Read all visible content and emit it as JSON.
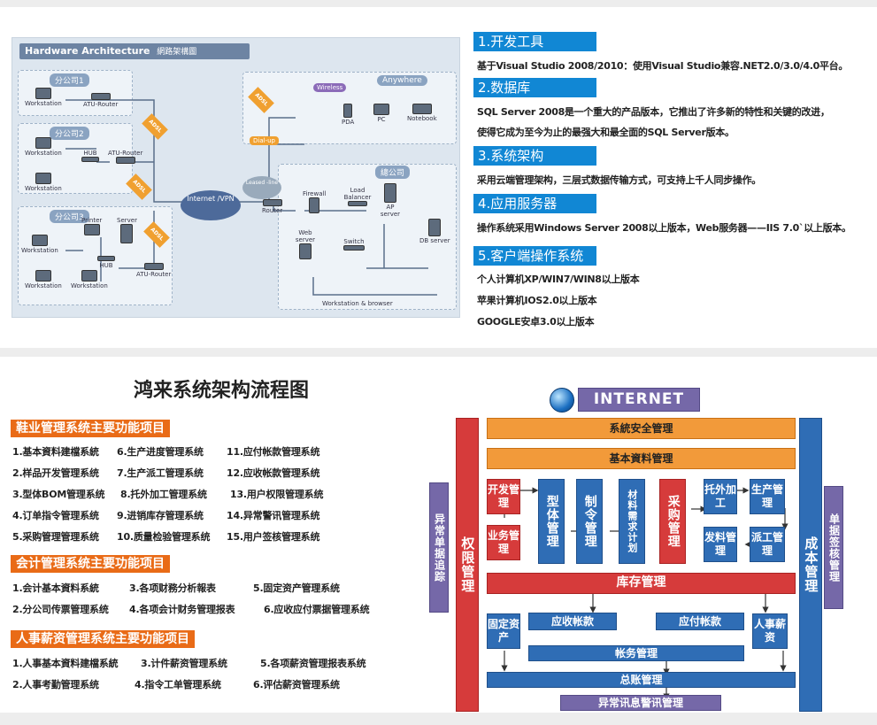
{
  "hardware": {
    "title": "Hardware Architecture",
    "title_cn": "網路架構圖",
    "zones": [
      "分公司1",
      "分公司2",
      "分公司3",
      "Anywhere",
      "總公司"
    ],
    "devices": [
      "Workstation",
      "ATU-Router",
      "Workstation",
      "HUB",
      "ATU-Router",
      "Workstation",
      "Printer",
      "Server",
      "Workstation",
      "HUB",
      "Workstation",
      "Workstation",
      "ATU-Router",
      "Wireless",
      "PDA",
      "PC",
      "Notebook",
      "Dial-up",
      "Router",
      "Firewall",
      "Load Balancer",
      "AP server",
      "DB server",
      "Web server",
      "Switch",
      "Workstation & browser"
    ],
    "adsl": "ADSL",
    "cloud": "Internet /VPN",
    "leased": "Leased -line"
  },
  "tech": [
    {
      "title": "1.开发工具",
      "lines": [
        "基于Visual Studio 2008/2010：使用Visual Studio兼容.NET2.0/3.0/4.0平台。"
      ]
    },
    {
      "title": "2.数据库",
      "lines": [
        "SQL Server 2008是一个重大的产品版本，它推出了许多新的特性和关键的改进，",
        "使得它成为至今为止的最强大和最全面的SQL Server版本。"
      ]
    },
    {
      "title": "3.系统架构",
      "lines": [
        "采用云端管理架构，三层式数据传输方式，可支持上千人同步操作。"
      ]
    },
    {
      "title": "4.应用服务器",
      "lines": [
        "操作系统采用Windows Server 2008以上版本，Web服务器——IIS 7.0`以上版本。"
      ]
    },
    {
      "title": "5.客户端操作系统",
      "lines": [
        "个人计算机XP/WIN7/WIN8以上版本",
        "苹果计算机IOS2.0以上版本",
        "GOOGLE安卓3.0以上版本"
      ]
    }
  ],
  "flow_title": "鸿来系统架构流程图",
  "modules": [
    {
      "title": "鞋业管理系统主要功能项目",
      "rows": [
        [
          "1.基本資料建檔系統",
          "6.生产进度管理系统",
          "11.应付帐款管理系统"
        ],
        [
          "2.样品开发管理系统",
          "7.生产派工管理系统",
          "12.应收帐款管理系统"
        ],
        [
          "3.型体BOM管理系统",
          "8.托外加工管理系统",
          "13.用户权限管理系统"
        ],
        [
          "4.订单指令管理系统",
          "9.进销库存管理系统",
          "14.异常警讯管理系统"
        ],
        [
          "5.采购管理管理系统",
          "10.质量检验管理系统",
          "15.用户签核管理系统"
        ]
      ]
    },
    {
      "title": "会计管理系统主要功能项目",
      "rows": [
        [
          "1.会计基本資料系統",
          "3.各项财務分析報表",
          "5.固定资产管理系统"
        ],
        [
          "2.分公司传票管理系统",
          "4.各项会计财务管理报表",
          "6.应收应付票据管理系统"
        ]
      ]
    },
    {
      "title": "人事薪资管理系统主要功能项目",
      "rows": [
        [
          "1.人事基本資料建檔系統",
          "3.计件薪资管理系统",
          "5.各项薪资管理报表系统"
        ],
        [
          "2.人事考勤管理系统",
          "4.指令工单管理系统",
          "6.评估薪资管理系统"
        ]
      ]
    }
  ],
  "flow": {
    "internet": "INTERNET",
    "security": "系統安全管理",
    "basic": "基本資料管理",
    "left_side": "异常单据追踪",
    "right_side": "单据签核管理",
    "perm": "权限管理",
    "cost": "成本管理",
    "dev": "开发管理",
    "biz": "业务管理",
    "model": "型体管理",
    "order": "制令管理",
    "mrp": "材料需求计划",
    "purchase": "采购管理",
    "outsrc": "托外加工",
    "prod": "生产管理",
    "issue": "发料管理",
    "dispatch": "派工管理",
    "inventory": "库存管理",
    "fixed": "固定资产",
    "ar": "应收帐款",
    "ap": "应付帐款",
    "hr": "人事薪资",
    "accounts": "帐务管理",
    "ledger": "总账管理",
    "alert": "异常讯息警讯管理"
  }
}
